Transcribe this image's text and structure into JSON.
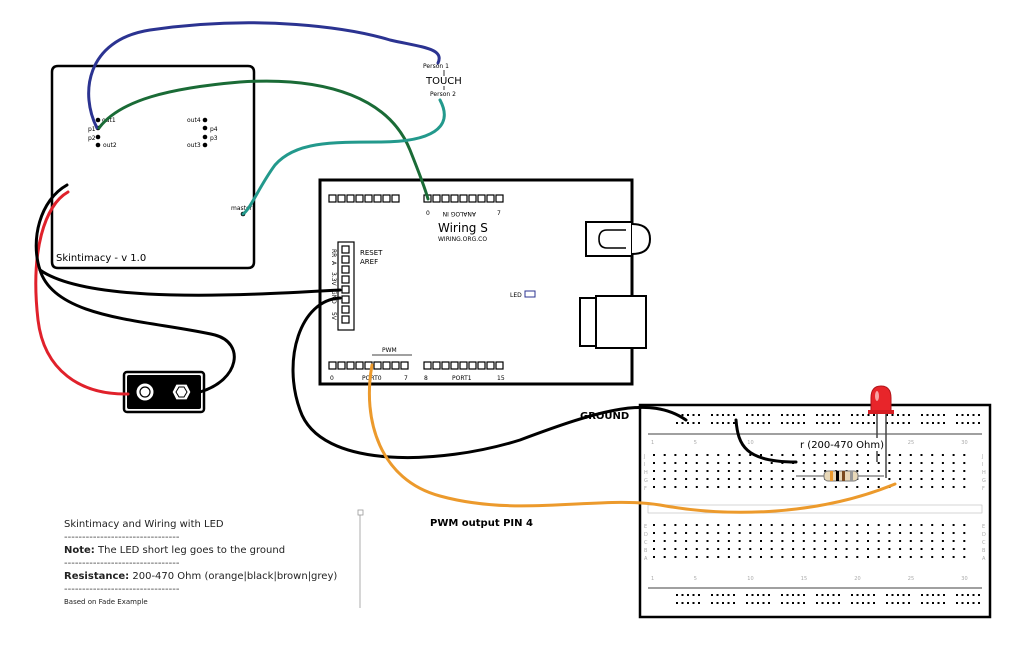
{
  "skintimacy": {
    "title": "Skintimacy  -  v 1.0",
    "pins": {
      "out1": "out1",
      "p1": "p1",
      "p2": "p2",
      "out2": "out2",
      "out4": "out4",
      "p4": "p4",
      "p3": "p3",
      "out3": "out3",
      "master": "master"
    }
  },
  "touch": {
    "person1": "Person 1",
    "label": "TOUCH",
    "person2": "Person 2"
  },
  "wiring": {
    "title": "Wiring S",
    "url": "WIRING.ORG.CO",
    "analog_start": "0",
    "analog_label": "ANALOG IN",
    "analog_end": "7",
    "reset": "RESET",
    "aref": "AREF",
    "rr": "RR",
    "a": "A",
    "v33": "3.3V",
    "gnd": "GND",
    "v5": "5V",
    "led": "LED",
    "pwm": "PWM",
    "port0_start": "0",
    "port0": "PORT0",
    "port0_end": "7",
    "port1_start": "8",
    "port1": "PORT1",
    "port1_end": "15"
  },
  "annotations": {
    "ground": "GROUND",
    "pwm_output": "PWM output PIN 4",
    "resistor": "r (200-470 Ohm)"
  },
  "breadboard": {
    "cols_top": [
      "1",
      "5",
      "10",
      "15",
      "20",
      "25",
      "30"
    ],
    "rows_top": [
      "J",
      "I",
      "H",
      "G",
      "F"
    ],
    "rows_bottom": [
      "E",
      "D",
      "C",
      "B",
      "A"
    ]
  },
  "notes": {
    "title": "Skintimacy and Wiring with LED",
    "sep1": "--------------------------------",
    "note_label": "Note:",
    "note_text": " The LED short leg goes to the ground",
    "sep2": "--------------------------------",
    "res_label": "Resistance:",
    "res_text": " 200-470 Ohm (orange|black|brown|grey)",
    "sep3": "--------------------------------",
    "based_on": "Based on Fade Example"
  },
  "colors": {
    "blue_wire": "#2b3391",
    "green_wire": "#1a6b36",
    "teal_wire": "#23998c",
    "red_wire": "#e0212b",
    "orange_wire": "#ec9a2c",
    "led_red": "#e8252a"
  }
}
